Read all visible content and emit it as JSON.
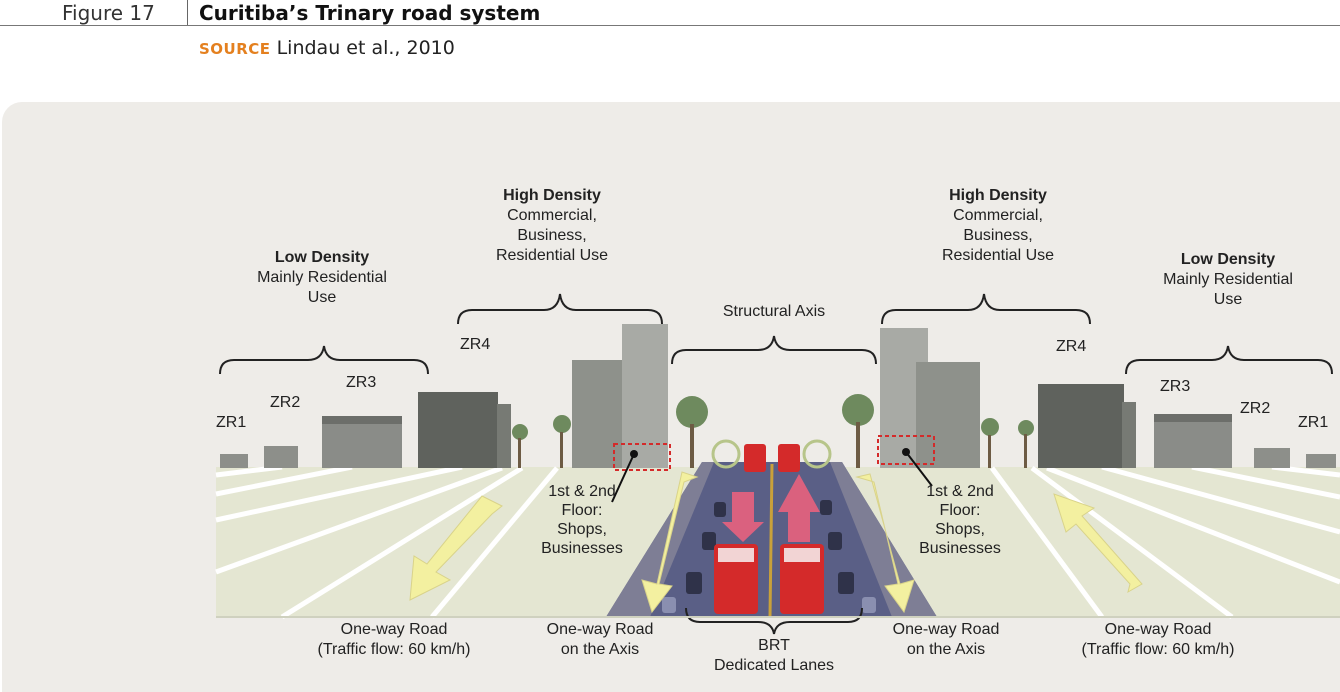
{
  "figure": {
    "number": "Figure 17",
    "title": "Curitiba’s Trinary road system",
    "source_label": "SOURCE",
    "source_text": "Lindau et al., 2010"
  },
  "zones": {
    "low_left": {
      "title": "Low Density",
      "line1": "Mainly Residential",
      "line2": "Use"
    },
    "high_left": {
      "title": "High Density",
      "line1": "Commercial,",
      "line2": "Business,",
      "line3": "Residential Use"
    },
    "structural_axis": "Structural Axis",
    "high_right": {
      "title": "High Density",
      "line1": "Commercial,",
      "line2": "Business,",
      "line3": "Residential Use"
    },
    "low_right": {
      "title": "Low Density",
      "line1": "Mainly Residential",
      "line2": "Use"
    }
  },
  "zone_codes": {
    "left": [
      "ZR1",
      "ZR2",
      "ZR3",
      "ZR4"
    ],
    "right": [
      "ZR4",
      "ZR3",
      "ZR2",
      "ZR1"
    ]
  },
  "floors": {
    "left": {
      "line1": "1st & 2nd",
      "line2": "Floor:",
      "line3": "Shops,",
      "line4": "Businesses"
    },
    "right": {
      "line1": "1st & 2nd",
      "line2": "Floor:",
      "line3": "Shops,",
      "line4": "Businesses"
    }
  },
  "roads": {
    "oneway_left": {
      "line1": "One-way Road",
      "line2": "(Traffic flow: 60 km/h)"
    },
    "axis_left": {
      "line1": "One-way Road",
      "line2": "on the Axis"
    },
    "brt": {
      "line1": "BRT",
      "line2": "Dedicated Lanes"
    },
    "axis_right": {
      "line1": "One-way Road",
      "line2": "on the Axis"
    },
    "oneway_right": {
      "line1": "One-way Road",
      "line2": "(Traffic flow: 60 km/h)"
    }
  },
  "colors": {
    "panel_bg": "#eeece8",
    "ground": "#e4e6d2",
    "road_stripe": "#ffffff",
    "brt_lanes": "#5a5f86",
    "bus_red": "#d42a2a",
    "flow_arrow": "#f3f0a0",
    "bus_arrow": "#e8627e",
    "accent_source": "#e4801f"
  }
}
